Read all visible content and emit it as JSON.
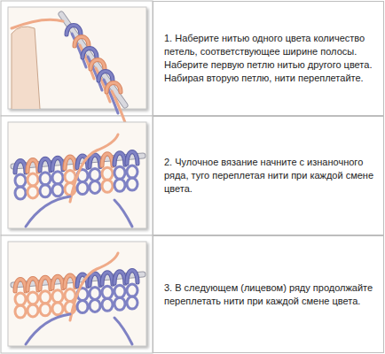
{
  "diagram": {
    "nodes": [
      {
        "text": [
          "1. Наберите нитью одного цвета количество петель, соответствующее ширине полосы. Наберите первую петлю нитью другого цвета. Набирая вторую петлю, нити переплетайте."
        ]
      },
      {
        "text": [
          "2. Чулочное вязание начните с изнаночного ряда, туго переплетая нити при каждой смене цвета."
        ]
      },
      {
        "text": [
          "3. В следующем (лицевом) ряду продолжайте переплетать нити при каждой смене цвета."
        ]
      }
    ]
  }
}
